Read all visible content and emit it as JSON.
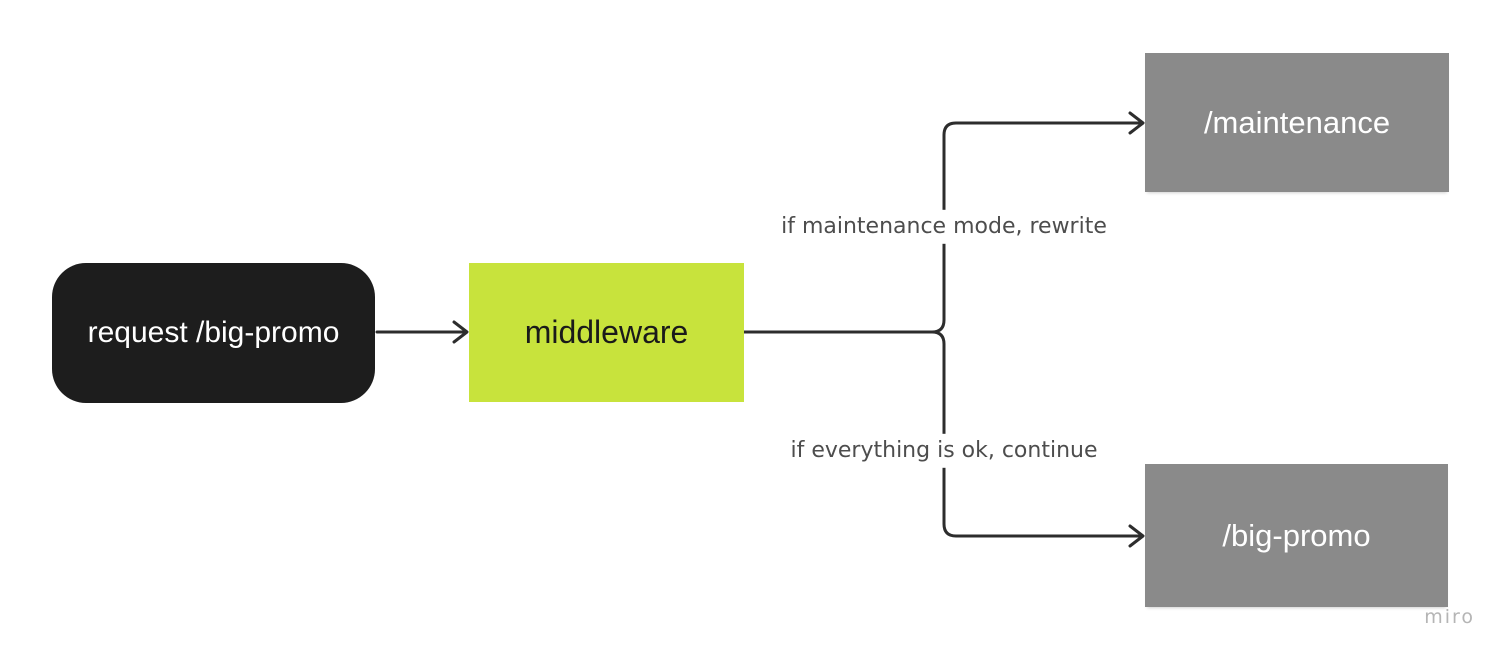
{
  "diagram": {
    "nodes": {
      "request": {
        "label": "request /big-promo",
        "bg": "#1d1d1d",
        "text_color": "#ffffff"
      },
      "middleware": {
        "label": "middleware",
        "bg": "#c8e33c",
        "text_color": "#1a1a1a"
      },
      "maintenance": {
        "label": "/maintenance",
        "bg": "#8a8a8a",
        "text_color": "#ffffff"
      },
      "bigpromo": {
        "label": "/big-promo",
        "bg": "#8a8a8a",
        "text_color": "#ffffff"
      }
    },
    "edges": {
      "maintenance_label": "if maintenance mode, rewrite",
      "continue_label": "if everything is ok, continue"
    },
    "colors": {
      "background": "#ffffff",
      "line": "#2d2d2d",
      "edge_label_text": "#4d4d4d",
      "watermark_text": "#b5b5b5"
    },
    "watermark": "miro"
  }
}
